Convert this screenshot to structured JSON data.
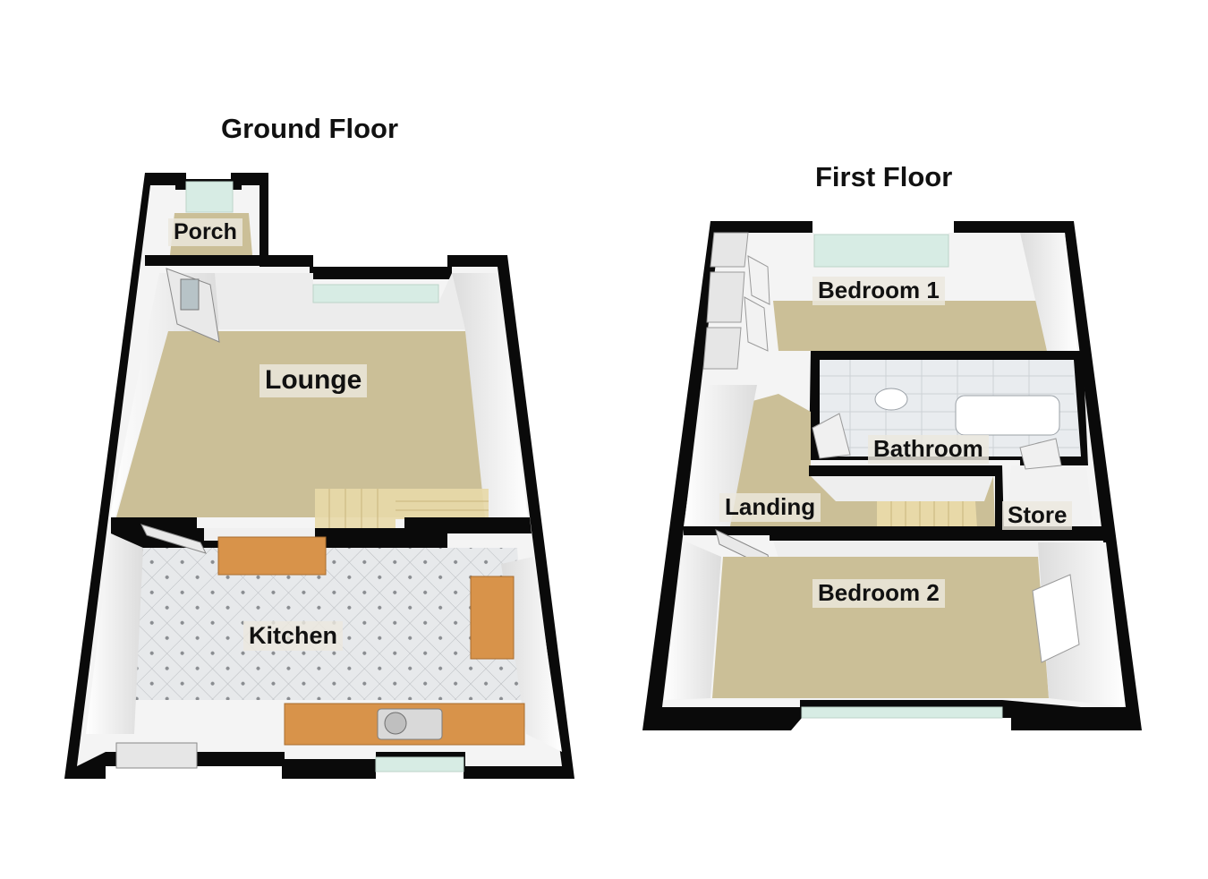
{
  "ground_floor": {
    "title": "Ground Floor",
    "rooms": {
      "porch": "Porch",
      "lounge": "Lounge",
      "kitchen": "Kitchen"
    }
  },
  "first_floor": {
    "title": "First Floor",
    "rooms": {
      "bedroom1": "Bedroom 1",
      "bathroom": "Bathroom",
      "landing": "Landing",
      "store": "Store",
      "bedroom2": "Bedroom 2"
    }
  },
  "colors": {
    "wall": "#0a0a0a",
    "wall_face": "#f4f4f4",
    "carpet": "#cbbf97",
    "tile": "#e6e8ea",
    "worktop": "#d8934a",
    "window": "#d7ece4",
    "stairs": "#e8d9a8"
  }
}
